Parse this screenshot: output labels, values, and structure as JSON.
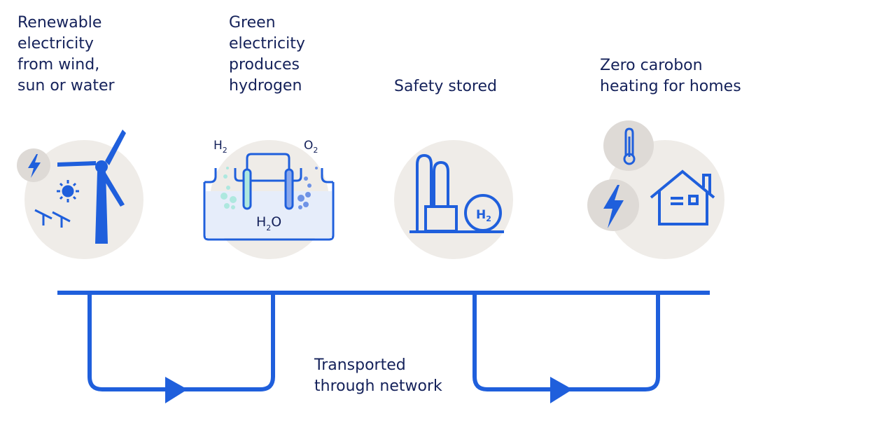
{
  "steps": [
    {
      "label": "Renewable\nelectricity\nfrom wind,\nsun or water"
    },
    {
      "label": "Green\nelectricity\nproduces\nhydrogen"
    },
    {
      "label": "Safety stored"
    },
    {
      "label": "Zero carobon\nheating for homes"
    }
  ],
  "transport_label": "Transported\nthrough network",
  "electrolysis": {
    "h2": "H",
    "o2": "O",
    "water": "H",
    "water_o": "O",
    "sub": "2"
  },
  "tank_label": "H",
  "tank_sub": "2",
  "colors": {
    "blue": "#1f5fdc",
    "text": "#14215a",
    "circle": "#efece8",
    "water": "#e6edfa",
    "h2_bubble": "#aee8df",
    "o2_bubble": "#6f93e6"
  }
}
